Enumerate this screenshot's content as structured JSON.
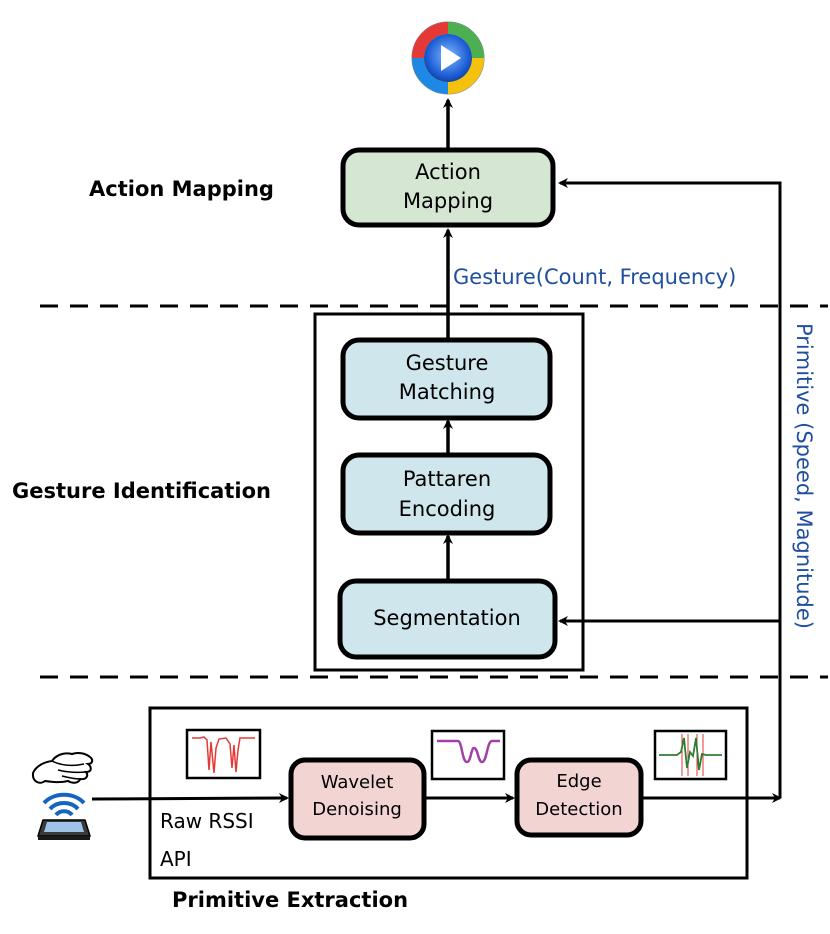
{
  "sections": {
    "action_mapping": "Action Mapping",
    "gesture_identification": "Gesture Identification",
    "primitive_extraction": "Primitive Extraction"
  },
  "nodes": {
    "action_mapping": [
      "Action",
      "Mapping"
    ],
    "gesture_matching": [
      "Gesture",
      "Matching"
    ],
    "pattern_encoding": [
      "Pattaren",
      "Encoding"
    ],
    "segmentation": [
      "Segmentation"
    ],
    "wavelet_denoising": [
      "Wavelet",
      "Denoising"
    ],
    "edge_detection": [
      "Edge",
      "Detection"
    ]
  },
  "labels": {
    "gesture_output": "Gesture(Count, Frequency)",
    "primitive_output": "Primitive (Speed, Magnitude)",
    "raw_rssi": "Raw RSSI",
    "api": "API"
  },
  "colors": {
    "action_fill": "#d5e6d3",
    "gesture_fill": "#cfe6ec",
    "extraction_fill": "#f2d4d2",
    "annotation_text": "#1f4fa0",
    "stroke": "#000000",
    "wifi_blue": "#1565c0",
    "signal_red": "#e53935",
    "signal_purple": "#a340a8",
    "signal_green": "#2e7d32"
  },
  "icons": {
    "player": "media-player-icon",
    "hand": "hand-icon",
    "phone": "smartphone-wifi-icon"
  }
}
